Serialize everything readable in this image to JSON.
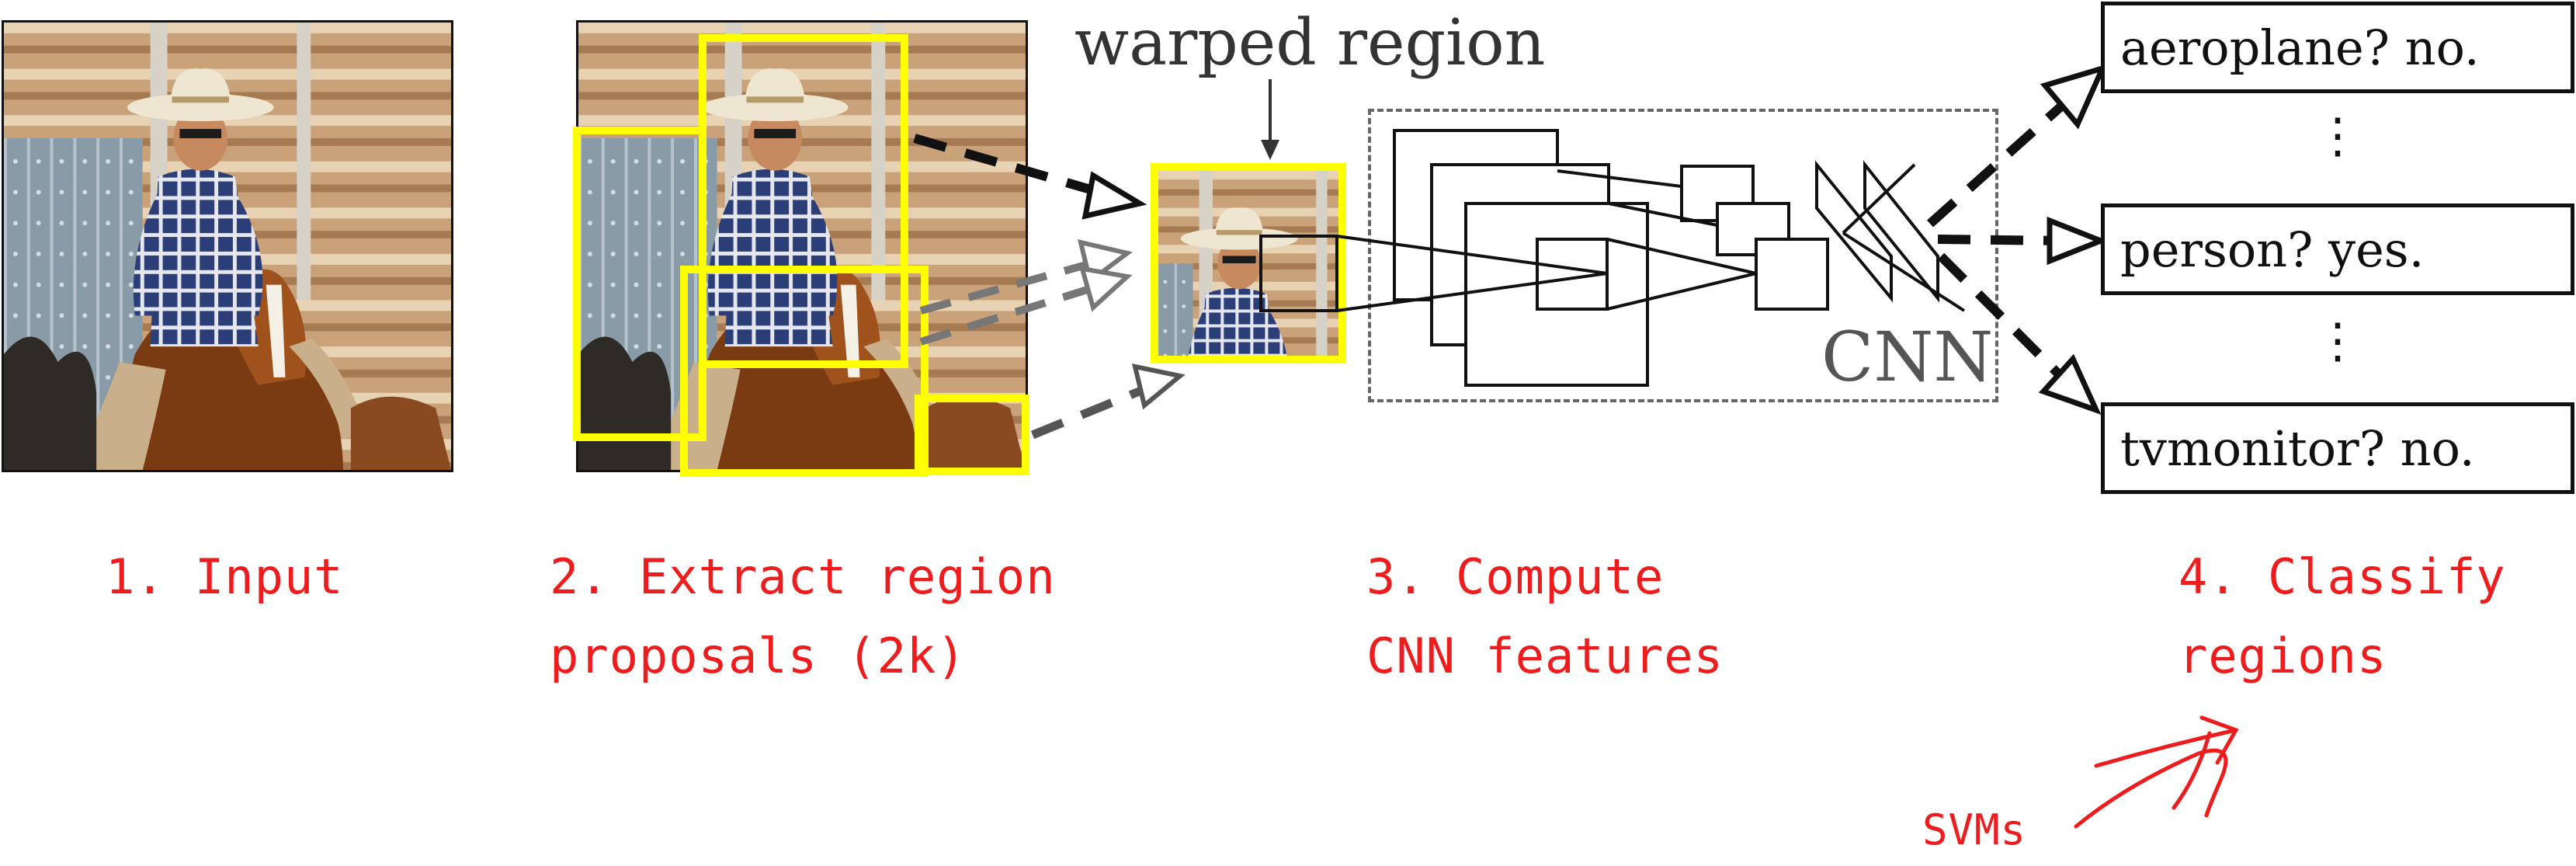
{
  "pipeline": {
    "warped_label": "warped region",
    "cnn_label": "CNN",
    "classes": [
      {
        "label": "aeroplane? no."
      },
      {
        "label": "person? yes."
      },
      {
        "label": "tvmonitor? no."
      }
    ],
    "ellipsis": "⋮",
    "steps": [
      {
        "line1": "1. Input",
        "line2": ""
      },
      {
        "line1": "2. Extract region",
        "line2": "proposals (2k)"
      },
      {
        "line1": "3. Compute",
        "line2": "CNN features"
      },
      {
        "line1": "4. Classify",
        "line2": "regions"
      }
    ],
    "annotation": "SVMs"
  },
  "icons": [
    "photo-input-image",
    "yellow-proposal-box",
    "dashed-arrow",
    "cnn-layer-stack",
    "handwritten-arrow"
  ],
  "colors": {
    "proposal_box": "#ffff00",
    "annotation_red": "#ee1c1c",
    "stroke": "#111111",
    "cnn_border": "#666666"
  }
}
